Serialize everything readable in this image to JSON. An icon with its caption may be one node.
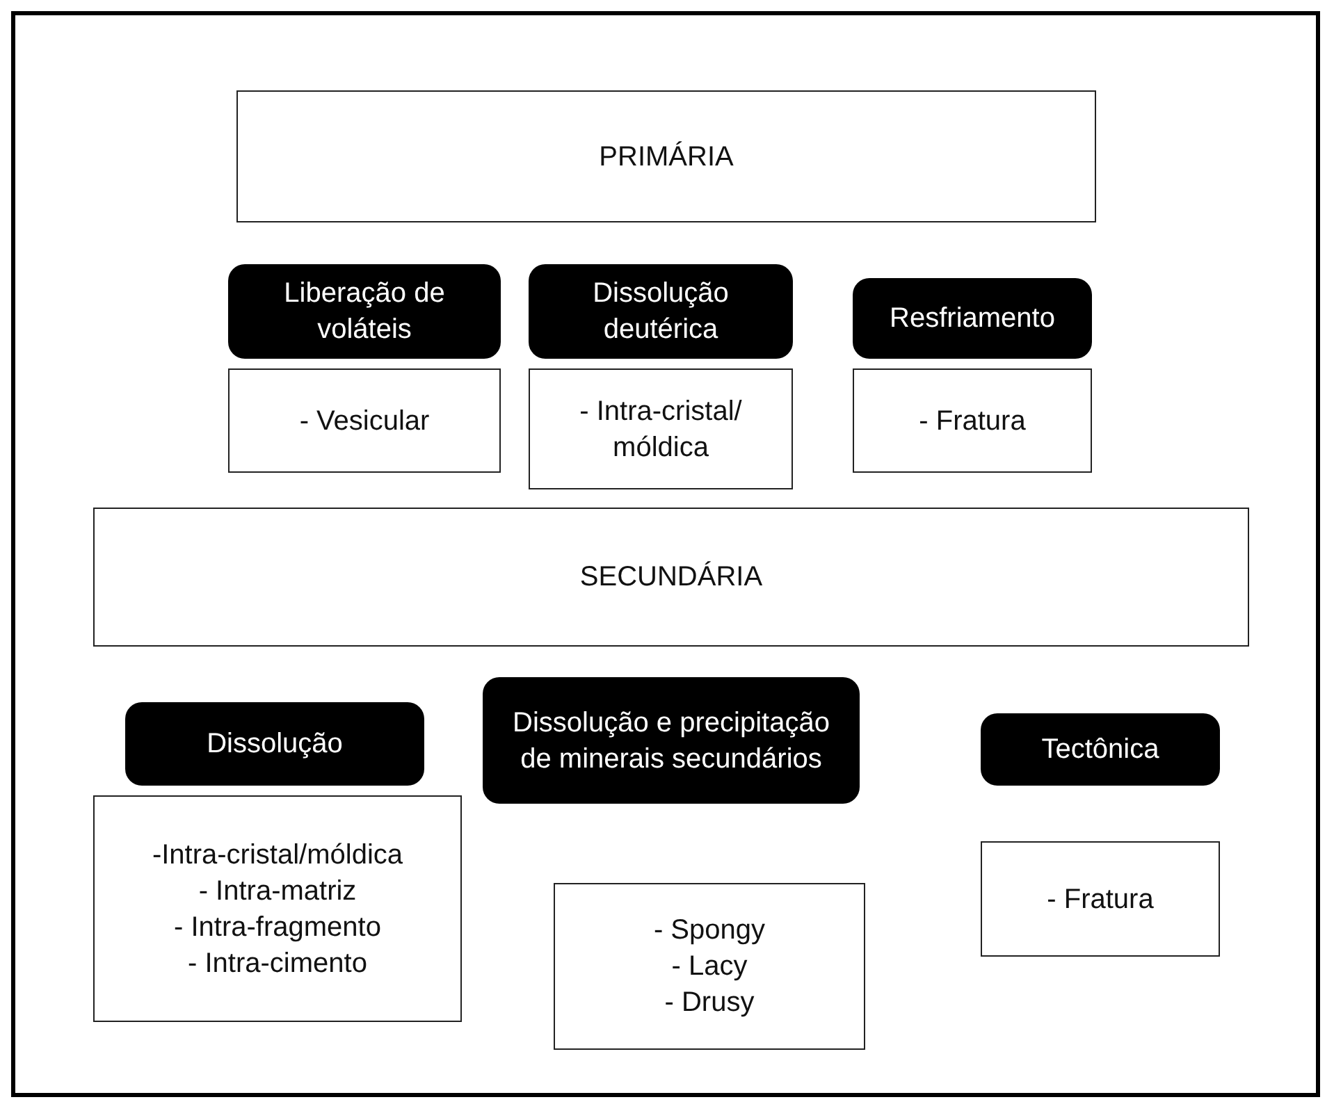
{
  "diagram": {
    "nodes": [
      {
        "text": [
          "PRIMÁRIA"
        ]
      },
      {
        "text": [
          "Liberação de voláteis"
        ]
      },
      {
        "text": [
          "Dissolução deutérica"
        ]
      },
      {
        "text": [
          "Resfriamento"
        ]
      },
      {
        "text": [
          "- Vesicular"
        ]
      },
      {
        "text": [
          "- Intra-cristal/ móldica"
        ]
      },
      {
        "text": [
          "- Fratura"
        ]
      },
      {
        "text": [
          "SECUNDÁRIA"
        ]
      },
      {
        "text": [
          "Dissolução"
        ]
      },
      {
        "text": [
          "Dissolução e precipitação de minerais secundários"
        ]
      },
      {
        "text": [
          "Tectônica"
        ]
      },
      {
        "text": [
          "-Intra-cristal/móldica",
          "- Intra-matriz",
          "- Intra-fragmento",
          "- Intra-cimento"
        ]
      },
      {
        "text": [
          "- Spongy",
          "- Lacy",
          "- Drusy"
        ]
      },
      {
        "text": [
          "- Fratura"
        ]
      }
    ]
  }
}
